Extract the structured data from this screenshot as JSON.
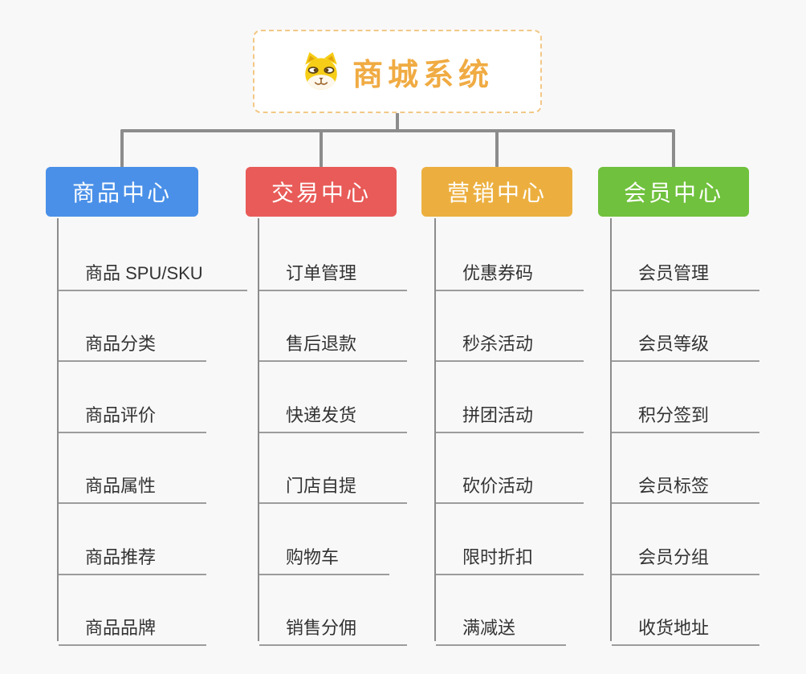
{
  "root": {
    "title": "商城系统",
    "title_color": "#f0ab43",
    "border_color": "#f2c886",
    "icon": "shiba-dog-icon"
  },
  "branches": [
    {
      "label": "商品中心",
      "color": "#4a90e8",
      "items": [
        "商品 SPU/SKU",
        "商品分类",
        "商品评价",
        "商品属性",
        "商品推荐",
        "商品品牌"
      ]
    },
    {
      "label": "交易中心",
      "color": "#e85b58",
      "items": [
        "订单管理",
        "售后退款",
        "快递发货",
        "门店自提",
        "购物车",
        "销售分佣"
      ]
    },
    {
      "label": "营销中心",
      "color": "#ecaf3f",
      "items": [
        "优惠券码",
        "秒杀活动",
        "拼团活动",
        "砍价活动",
        "限时折扣",
        "满减送"
      ]
    },
    {
      "label": "会员中心",
      "color": "#70c13d",
      "items": [
        "会员管理",
        "会员等级",
        "积分签到",
        "会员标签",
        "会员分组",
        "收货地址"
      ]
    }
  ],
  "connector_color": "#8c8c8c",
  "background_color": "#f8f8f8"
}
